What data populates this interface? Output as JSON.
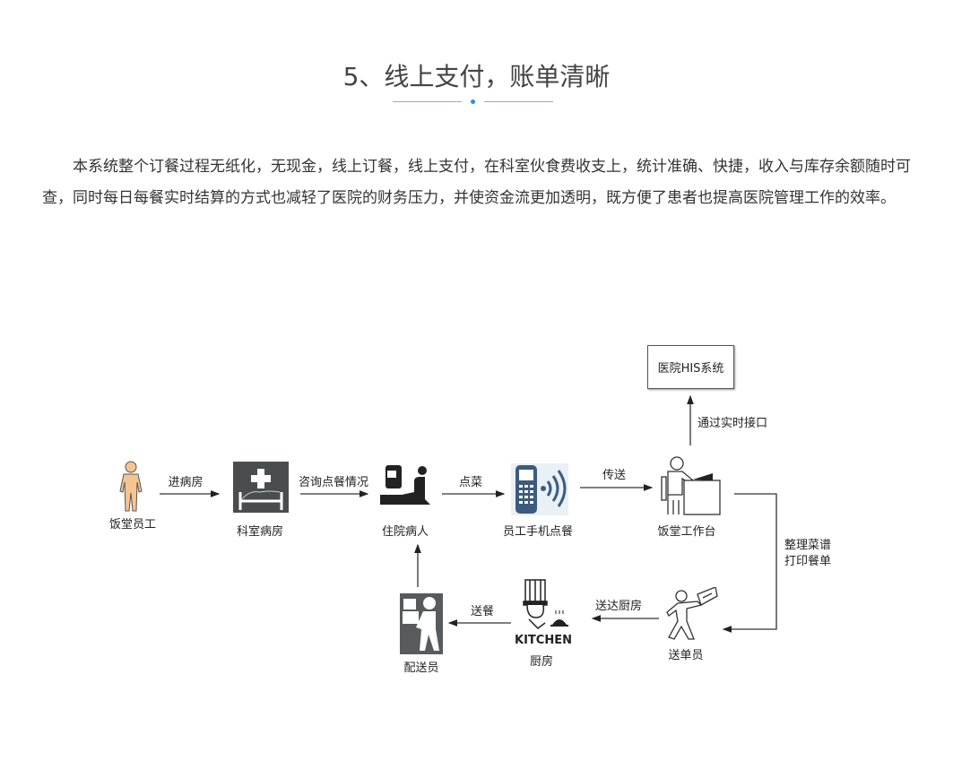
{
  "title": "5、线上支付，账单清晰",
  "accent_color": "#2a8cf0",
  "paragraph": "本系统整个订餐过程无纸化，无现金，线上订餐，线上支付，在科室伙食费收支上，统计准确、快捷，收入与库存余额随时可查，同时每日每餐实时结算的方式也减轻了医院的财务压力，并使资金流更加透明，既方便了患者也提高医院管理工作的效率。",
  "diagram": {
    "nodes": {
      "canteen_staff": "饭堂员工",
      "ward": "科室病房",
      "patient": "住院病人",
      "phone_order": "员工手机点餐",
      "canteen_desk": "饭堂工作台",
      "his": "医院HIS系统",
      "courier": "送单员",
      "kitchen_sign": "KITCHEN",
      "kitchen": "厨房",
      "deliverer": "配送员"
    },
    "edges": {
      "enter_ward": "进病房",
      "ask_order": "咨询点餐情况",
      "order": "点菜",
      "transmit": "传送",
      "realtime_api": "通过实时接口",
      "organize_line1": "整理菜谱",
      "organize_line2": "打印餐单",
      "to_kitchen": "送达厨房",
      "deliver": "送餐"
    }
  }
}
